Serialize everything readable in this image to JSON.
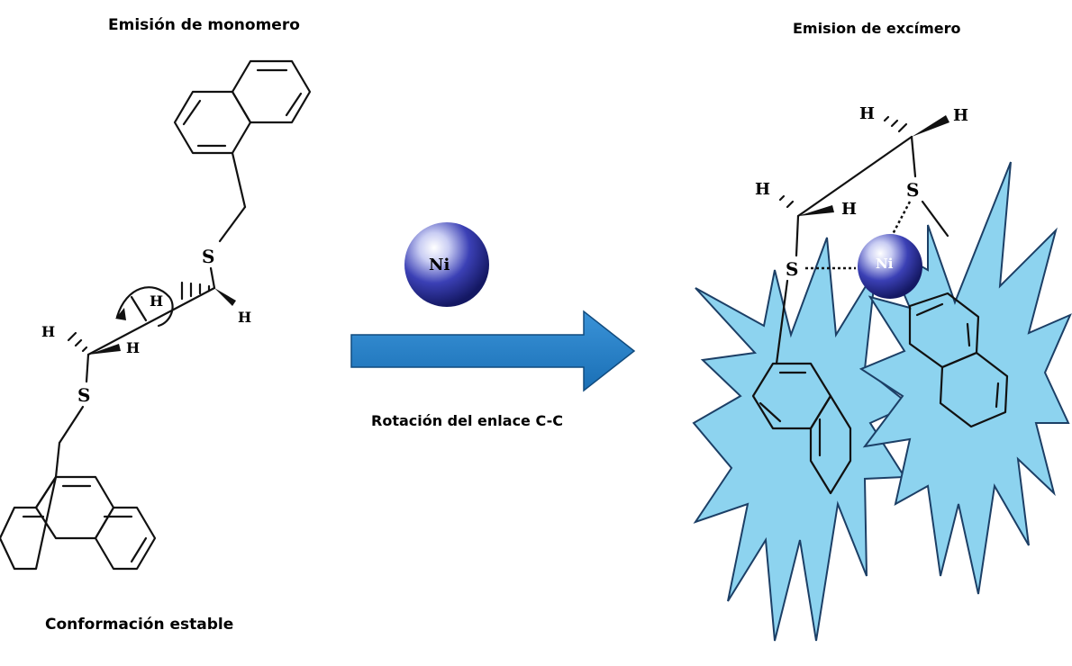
{
  "labels": {
    "left_title": "Emisión de monomero",
    "right_title": "Emision de excímero",
    "left_caption": "Conformación estable",
    "arrow_caption": "Rotación del enlace C-C"
  },
  "atoms": {
    "sulfur": "S",
    "hydrogen": "H",
    "nickel": "Ni"
  },
  "colors": {
    "arrow": "#1f7fc8",
    "star_fill": "#8dd3ef",
    "star_stroke": "#1c3f66",
    "nickel_sphere": "#2a2f9e",
    "bond": "#111111"
  }
}
